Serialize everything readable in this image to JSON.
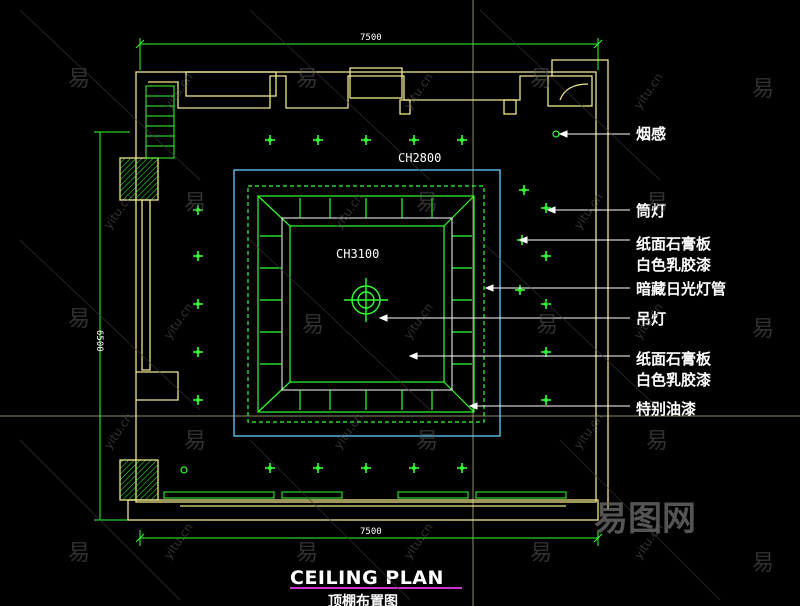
{
  "drawing": {
    "title": "CEILING PLAN",
    "subtitle": "顶棚布置图",
    "dimension_top": "7500",
    "dimension_bottom": "7500",
    "dimension_left": "6500",
    "ceiling_height_outer": "CH2800",
    "ceiling_height_inner": "CH3100"
  },
  "legend": [
    {
      "label": "烟感"
    },
    {
      "label": "筒灯"
    },
    {
      "label": "纸面石膏板"
    },
    {
      "label": "白色乳胶漆"
    },
    {
      "label": "暗藏日光灯管"
    },
    {
      "label": "吊灯"
    },
    {
      "label": "纸面石膏板"
    },
    {
      "label": "白色乳胶漆"
    },
    {
      "label": "特别油漆"
    }
  ],
  "watermark": {
    "glyph": "易",
    "domain": "yitu.cn",
    "brand": "易图网"
  },
  "colors": {
    "background": "#000000",
    "wall": "#f0e68c",
    "fixture": "#33ff33",
    "ceiling_outline": "#66ccff",
    "leader": "#ffffff",
    "title_underline": "#cc33cc"
  }
}
